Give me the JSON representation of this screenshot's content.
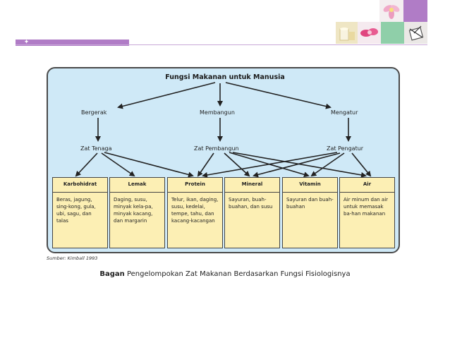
{
  "diagram": {
    "title": "Fungsi Makanan untuk Manusia",
    "functions": [
      "Bergerak",
      "Membangun",
      "Mengatur"
    ],
    "substances": [
      "Zat Tenaga",
      "Zat Pembangun",
      "Zat Pengatur"
    ],
    "categories": [
      {
        "name": "Karbohidrat",
        "foods": "Beras, jagung, sing-kong, gula, ubi, sagu, dan talas"
      },
      {
        "name": "Lemak",
        "foods": "Daging, susu, minyak kela-pa, minyak kacang, dan margarin"
      },
      {
        "name": "Protein",
        "foods": "Telur, ikan, daging, susu, kedelai, tempe, tahu, dan kacang-kacangan"
      },
      {
        "name": "Mineral",
        "foods": "Sayuran, buah-buahan, dan susu"
      },
      {
        "name": "Vitamin",
        "foods": "Sayuran dan buah-buahan"
      },
      {
        "name": "Air",
        "foods": "Air minum dan air untuk memasak ba-han makanan"
      }
    ],
    "source": "Sumber: Kimball 1993"
  },
  "caption": {
    "lead": "Bagan",
    "text": " Pengelompokan Zat Makanan Berdasarkan Fungsi Fisiologisnya"
  },
  "icons": [
    "flower-icon",
    "candle-icon",
    "pink-orchid-icon",
    "teal-square-icon",
    "gift-icon"
  ],
  "colors": {
    "accent_purple": "#b07cc6",
    "panel_blue": "#cfe9f7",
    "box_yellow": "#fcefb4"
  }
}
